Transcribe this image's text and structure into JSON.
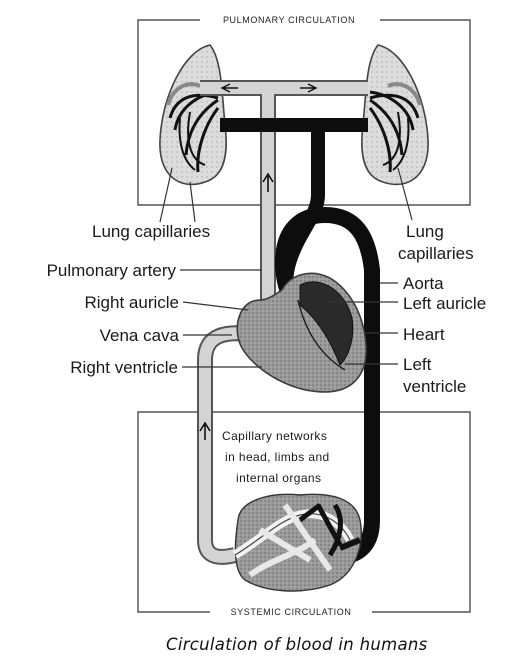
{
  "diagram": {
    "top_box_title": "PULMONARY CIRCULATION",
    "bottom_box_title": "SYSTEMIC CIRCULATION",
    "caption": "Circulation of blood in humans",
    "capillary_note": {
      "line1": "Capillary networks",
      "line2": "in head, limbs and",
      "line3": "internal organs"
    },
    "labels": {
      "lung_capillaries_left": "Lung capillaries",
      "lung_capillaries_right_1": "Lung",
      "lung_capillaries_right_2": "capillaries",
      "pulmonary_artery": "Pulmonary artery",
      "right_auricle": "Right auricle",
      "vena_cava": "Vena cava",
      "right_ventricle": "Right ventricle",
      "aorta": "Aorta",
      "left_auricle": "Left auricle",
      "heart": "Heart",
      "left_ventricle_1": "Left",
      "left_ventricle_2": "ventricle"
    },
    "colors": {
      "oxygenated_vessel": "#0d0d0d",
      "deoxygenated_vessel": "#d4d4d4",
      "vessel_outline": "#555555",
      "heart_fill": "#8a8a8a",
      "box_line": "#333333"
    }
  }
}
